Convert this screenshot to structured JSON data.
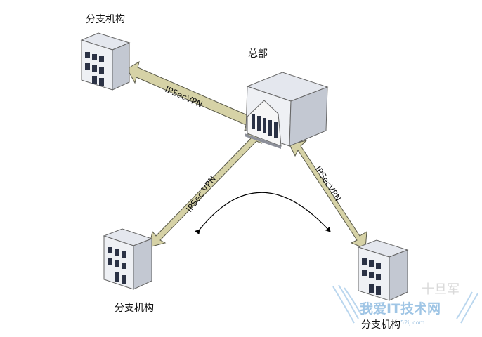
{
  "nodes": {
    "hq": {
      "label": "总部"
    },
    "branch_top_left": {
      "label": "分支机构"
    },
    "branch_bottom_left": {
      "label": "分支机构"
    },
    "branch_bottom_right": {
      "label": "分支机构"
    }
  },
  "links": {
    "hq_to_top_left": {
      "label": "IPSecVPN"
    },
    "hq_to_bottom_left": {
      "label": "IPSec VPN"
    },
    "hq_to_bottom_right": {
      "label": "IPSecVPN"
    }
  },
  "watermark": {
    "top_text": "十旦军",
    "main_text": "我爱IT技术网",
    "url_text": "52ij.com"
  },
  "colors": {
    "arrow_fill": "#d6d2a6",
    "arrow_stroke": "#5a5a4a",
    "building_front": "#eef0f4",
    "building_side": "#c3c8d2",
    "building_top": "#e4e7ee",
    "window": "#2b3245",
    "curve": "#000000"
  }
}
